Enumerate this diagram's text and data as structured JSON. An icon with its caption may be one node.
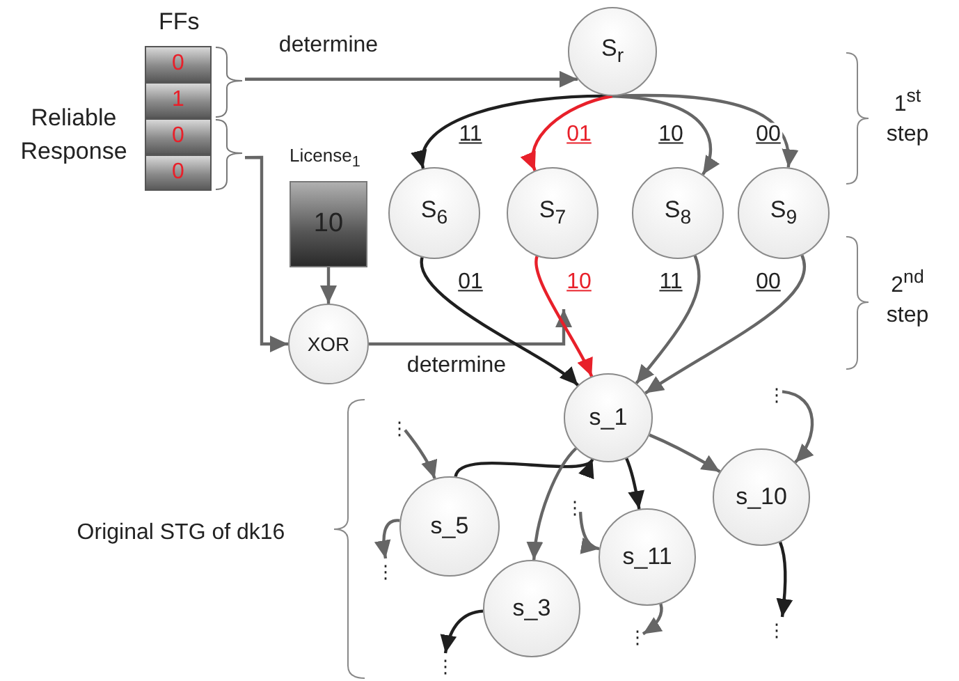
{
  "diagram": {
    "nodes": [
      {
        "text": [
          "FFs"
        ],
        "beside": [
          "Reliable Response"
        ]
      },
      {
        "text": [
          "0"
        ],
        "in": 0
      },
      {
        "text": [
          "1"
        ],
        "in": 0
      },
      {
        "text": [
          "0"
        ],
        "in": 0
      },
      {
        "text": [
          "0"
        ],
        "in": 0
      },
      {
        "text": [
          "License$_{1}$",
          "10"
        ]
      },
      {
        "text": [
          "XOR"
        ]
      },
      {
        "text": [
          "S$_{r}$"
        ]
      },
      {
        "text": [
          "S$_{6}$"
        ]
      },
      {
        "text": [
          "S$_{7}$"
        ]
      },
      {
        "text": [
          "S$_{8}$"
        ]
      },
      {
        "text": [
          "S$_{9}$"
        ]
      },
      {
        "text": [
          "s_1"
        ]
      },
      {
        "text": [
          "s_5"
        ]
      },
      {
        "text": [
          "s_10"
        ]
      },
      {
        "text": [
          "s_11"
        ]
      },
      {
        "text": [
          "s_3"
        ]
      },
      {
        "text": [
          "⋮"
        ]
      },
      {
        "text": [
          "⋮"
        ]
      },
      {
        "text": [
          "⋮"
        ]
      },
      {
        "text": [
          "⋮"
        ]
      },
      {
        "text": [
          "⋮"
        ]
      },
      {
        "text": [
          "⋮"
        ]
      },
      {
        "text": [
          "⋮"
        ]
      }
    ],
    "edges": [
      {
        "from": 0,
        "to": 7,
        "arrow": "to",
        "label": "determine"
      },
      {
        "from": 0,
        "to": 6,
        "arrow": "to"
      },
      {
        "from": 5,
        "to": 6,
        "arrow": "to"
      },
      {
        "from": 6,
        "to": null,
        "arrow": "to",
        "label": "determine"
      },
      {
        "from": 7,
        "to": 8,
        "arrow": "to",
        "label": "11",
        "color": "#1f1f1f"
      },
      {
        "from": 7,
        "to": 9,
        "arrow": "to",
        "label": "01",
        "color": "#e8202a"
      },
      {
        "from": 7,
        "to": 10,
        "arrow": "to",
        "label": "10"
      },
      {
        "from": 7,
        "to": 11,
        "arrow": "to",
        "label": "00"
      },
      {
        "from": 8,
        "to": 12,
        "arrow": "to",
        "label": "01",
        "color": "#1f1f1f"
      },
      {
        "from": 9,
        "to": 12,
        "arrow": "to",
        "label": "10",
        "color": "#e8202a"
      },
      {
        "from": 10,
        "to": 12,
        "arrow": "to",
        "label": "11"
      },
      {
        "from": 11,
        "to": 12,
        "arrow": "to",
        "label": "00"
      },
      {
        "from": 13,
        "to": 12,
        "arrow": "to",
        "color": "#1f1f1f"
      },
      {
        "from": 12,
        "to": 15,
        "arrow": "to",
        "color": "#1f1f1f"
      },
      {
        "from": 12,
        "to": 14,
        "arrow": "to"
      },
      {
        "from": 12,
        "to": 16,
        "arrow": "to"
      },
      {
        "from": 17,
        "to": 13,
        "arrow": "to"
      },
      {
        "from": 13,
        "to": 18,
        "arrow": "to"
      },
      {
        "from": 19,
        "to": 14,
        "arrow": "to"
      },
      {
        "from": 14,
        "to": 20,
        "arrow": "to",
        "color": "#1f1f1f"
      },
      {
        "from": 21,
        "to": 15,
        "arrow": "to"
      },
      {
        "from": 15,
        "to": 22,
        "arrow": "to"
      },
      {
        "from": 16,
        "to": 23,
        "arrow": "to",
        "color": "#1f1f1f"
      }
    ],
    "labels": [
      "1$^{st}$ step",
      "2$^{nd}$ step",
      "Original STG of dk16"
    ]
  }
}
